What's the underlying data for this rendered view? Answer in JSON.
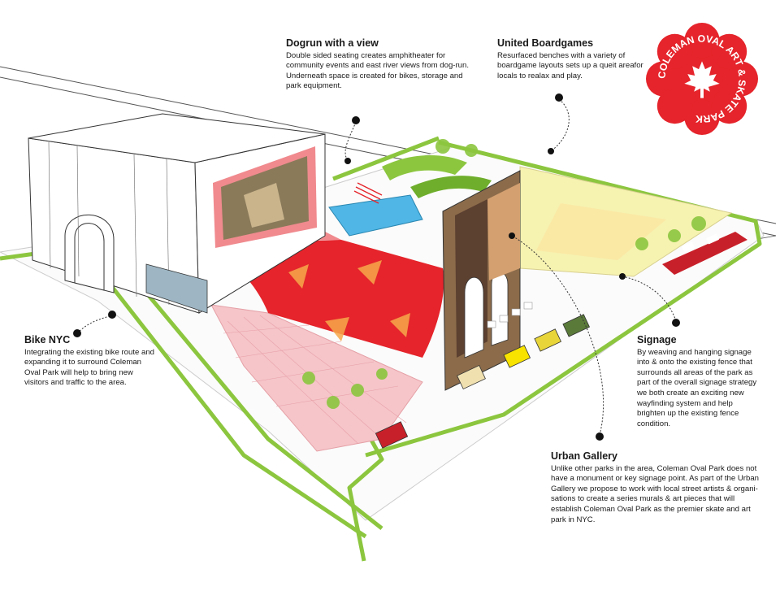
{
  "callouts": {
    "dogrun": {
      "title": "Dogrun with a view",
      "body": "Double sided seating creates amphitheater for community events and east river views from dog-run. Underneath space is created for bikes, storage and park equipment."
    },
    "boardgames": {
      "title": "United Boardgames",
      "body": "Resurfaced benches with a variety of boardgame layouts sets up a queit areafor locals to realax and play."
    },
    "bike": {
      "title": "Bike NYC",
      "body": "Integrating the existing bike route and expanding it to surround Coleman Oval Park will help to bring new visitors and traffic to the area."
    },
    "signage": {
      "title": "Signage",
      "body": "By weaving and hanging signage into & onto the existing fence that surrounds all areas of the park as part of the overall signage strategy we both create an exciting new wayfinding system and help brighten up the existing fence condition."
    },
    "gallery": {
      "title": "Urban Gallery",
      "body": "Unlike other parks in the area, Coleman Oval Park does not have a monument or key signage point. As part of the Urban Gallery we propose to work with local street artists & organi-sations to create a series murals & art pieces that will establish Coleman Oval Park as the premier skate and art park in NYC."
    }
  },
  "logo": {
    "text": "COLEMAN OVAL ART & SKATE PARK",
    "color": "#e5242b",
    "icon": "maple-leaf-icon"
  },
  "colors": {
    "bike_route": "#8cc63f",
    "skate_bowl": "#e5242b",
    "pool": "#4fb6e6",
    "lawn": "#f4f0a8",
    "plaza_grid": "#f2b8be"
  }
}
